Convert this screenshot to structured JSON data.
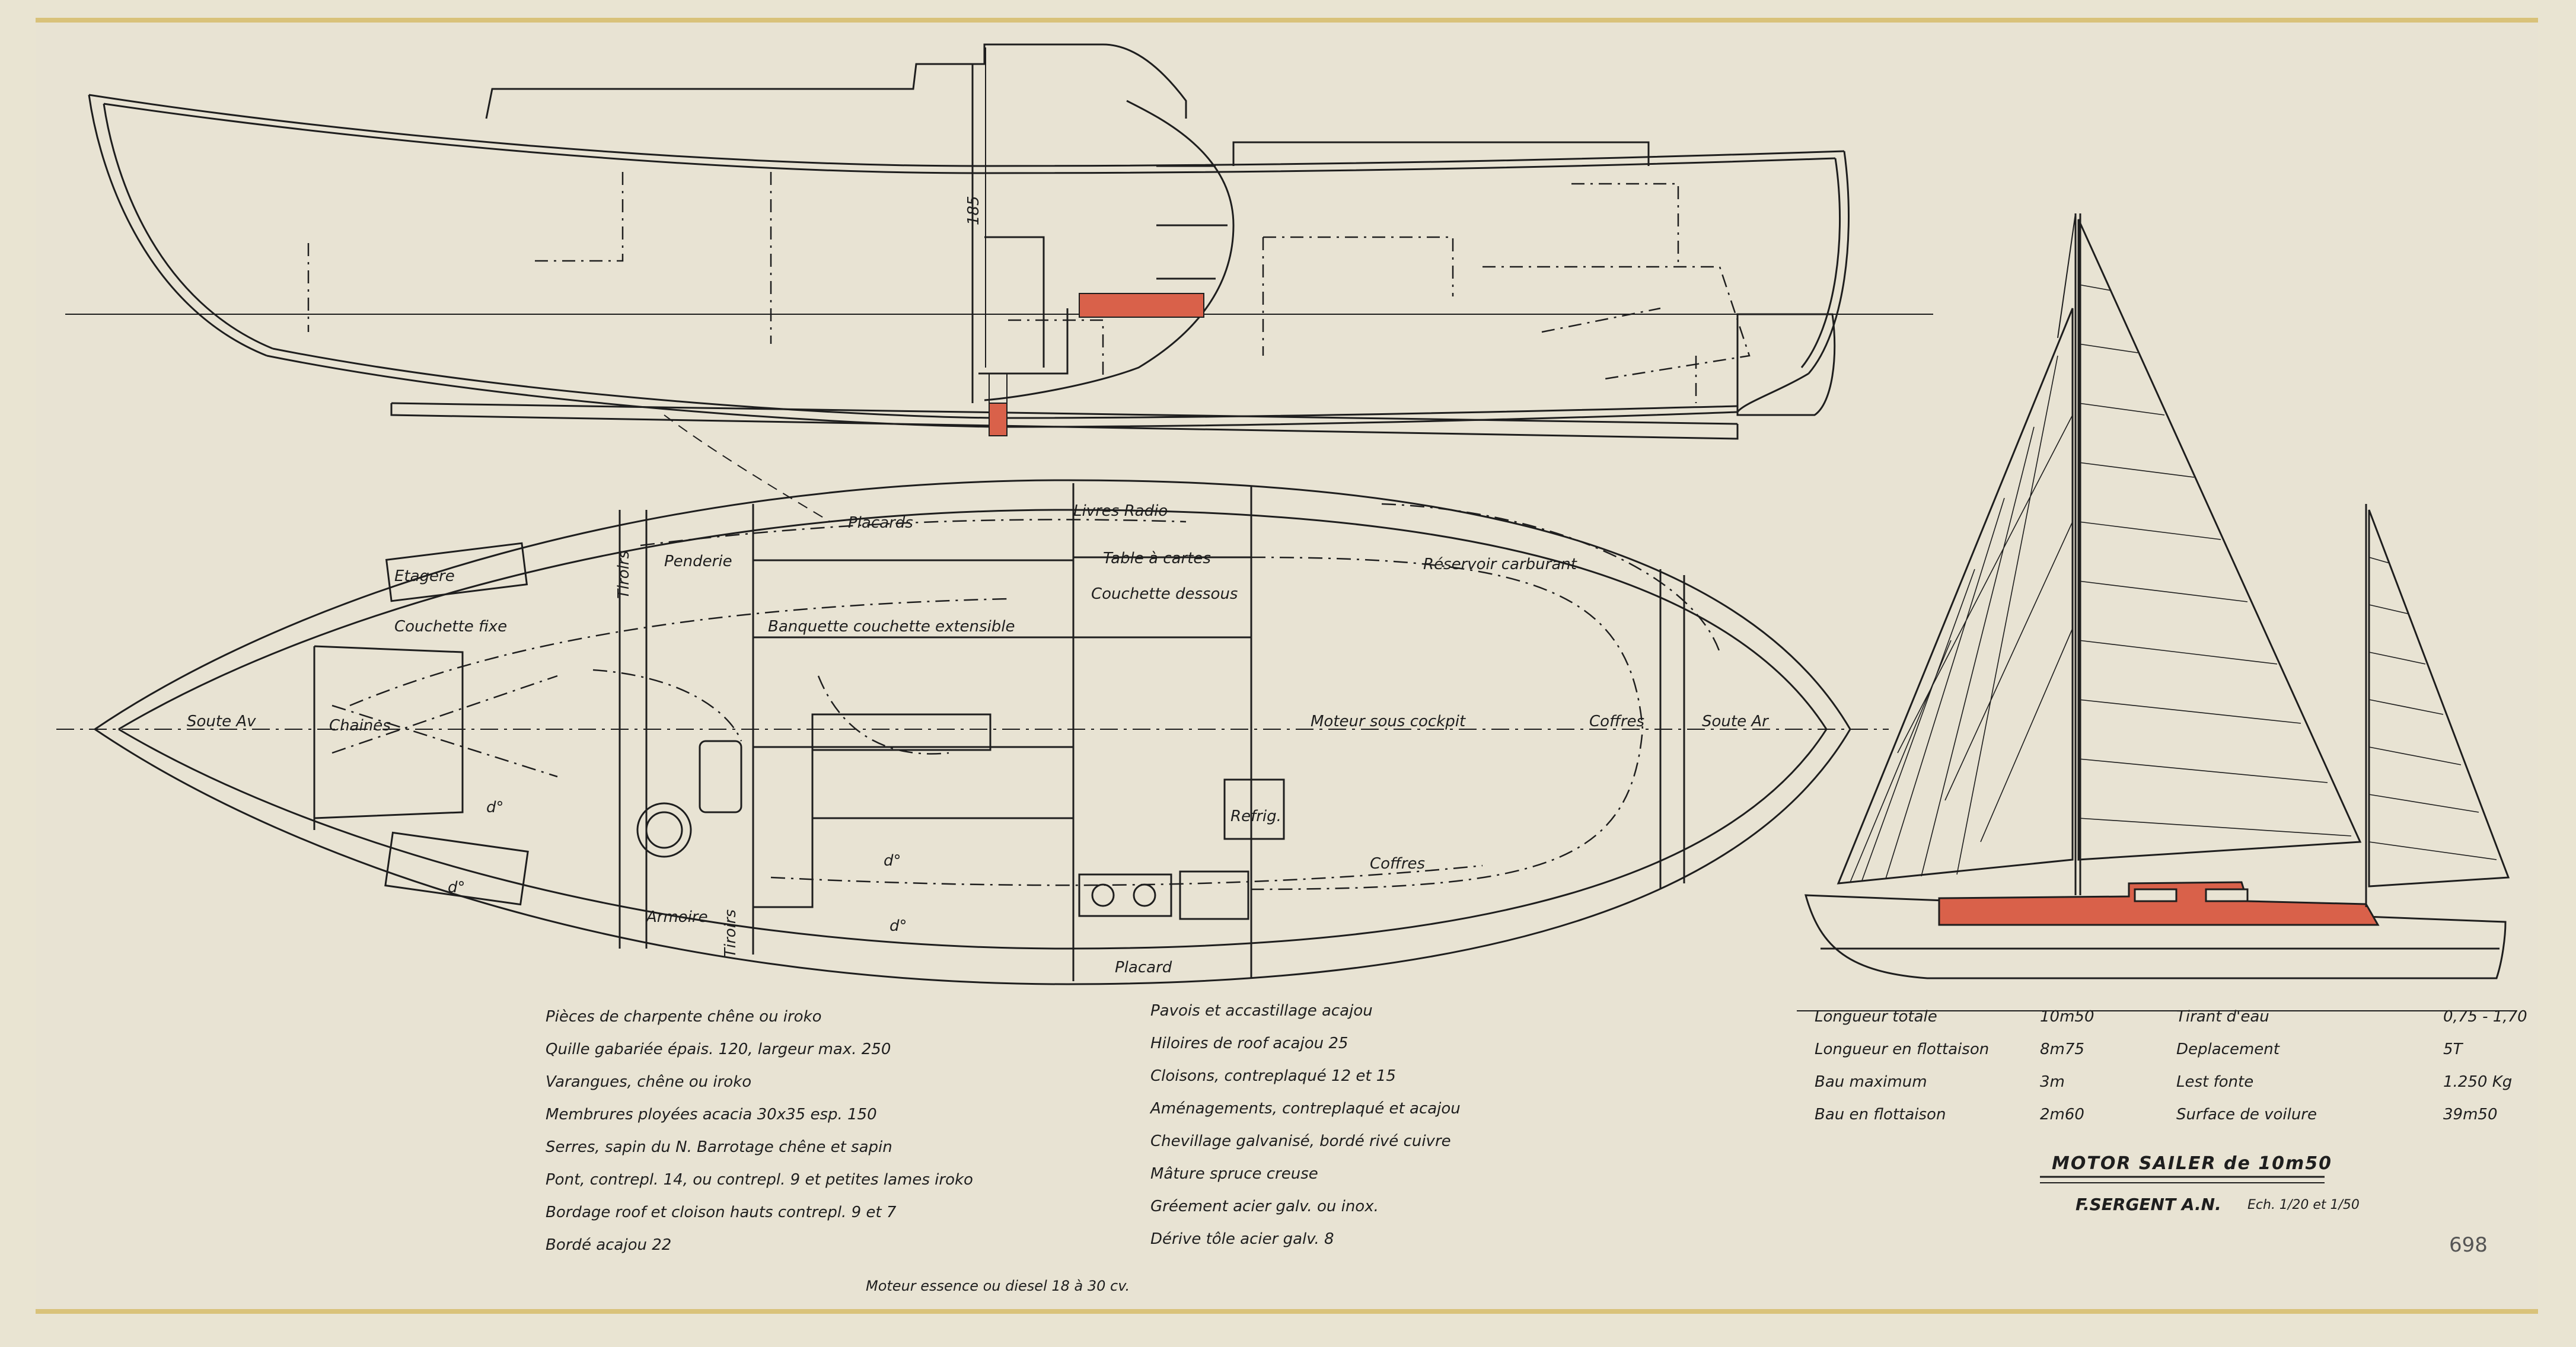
{
  "colors": {
    "paper": "#e8e3d3",
    "ink": "#1e1e1e",
    "highlight": "#d9614a",
    "tape": "#d9c27a"
  },
  "profile": {
    "dimension": "185"
  },
  "plan_labels": {
    "placards": "Placards",
    "livres_radio": "Livres Radio",
    "penderie": "Penderie",
    "tiroirs_top": "Tiroirs",
    "etagere": "Etagere",
    "couchette_fixe": "Couchette fixe",
    "banquette": "Banquette couchette extensible",
    "table_cartes": "Table à cartes",
    "couchette_dessous": "Couchette dessous",
    "reservoir": "Réservoir carburant",
    "soute_av": "Soute Av",
    "chaines": "Chaines",
    "moteur": "Moteur sous cockpit",
    "coffres": "Coffres",
    "soute_ar": "Soute Ar",
    "refrig": "Refrig.",
    "coffres2": "Coffres",
    "armoire": "Armoire",
    "tiroirs_bottom": "Tiroirs",
    "placard": "Placard",
    "d1": "d°",
    "d2": "d°",
    "d3": "d°",
    "d4": "d°"
  },
  "notes_left": [
    "Pièces de charpente chêne ou iroko",
    "Quille gabariée épais. 120, largeur max. 250",
    "Varangues, chêne ou iroko",
    "Membrures ployées acacia 30x35 esp. 150",
    "Serres, sapin du N. Barrotage chêne et sapin",
    "Pont, contrepl. 14, ou contrepl. 9 et petites lames iroko",
    "Bordage roof et cloison hauts contrepl. 9 et 7",
    "Bordé acajou 22"
  ],
  "notes_right": [
    "Pavois et accastillage acajou",
    "Hiloires de roof acajou 25",
    "Cloisons, contreplaqué 12 et 15",
    "Aménagements, contreplaqué et acajou",
    "Chevillage galvanisé, bordé rivé cuivre",
    "Mâture spruce creuse",
    "Gréement acier galv. ou inox.",
    "Dérive tôle acier galv. 8"
  ],
  "engine_note": "Moteur essence ou diesel 18 à 30 cv.",
  "specs": [
    {
      "label": "Longueur totale",
      "value": "10m50"
    },
    {
      "label": "Longueur en flottaison",
      "value": "8m75"
    },
    {
      "label": "Bau maximum",
      "value": "3m"
    },
    {
      "label": "Bau en flottaison",
      "value": "2m60"
    }
  ],
  "specs_right": [
    {
      "label": "Tirant d'eau",
      "value": "0,75 - 1,70"
    },
    {
      "label": "Deplacement",
      "value": "5T"
    },
    {
      "label": "Lest fonte",
      "value": "1.250 Kg"
    },
    {
      "label": "Surface de voilure",
      "value": "39m50"
    }
  ],
  "title": "MOTOR SAILER de 10m50",
  "designer": "F.SERGENT A.N.",
  "scale": "Ech. 1/20 et 1/50",
  "drawing_number": "698"
}
